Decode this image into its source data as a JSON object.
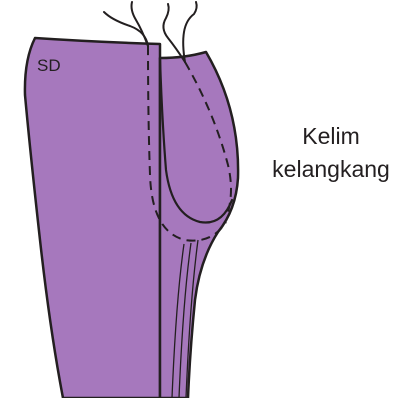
{
  "diagram": {
    "tag": "SD",
    "caption_lines": [
      "Kelim",
      "kelangkang"
    ],
    "colors": {
      "fabric": "#a678bd",
      "outline": "#231f20",
      "background": "#ffffff"
    }
  }
}
